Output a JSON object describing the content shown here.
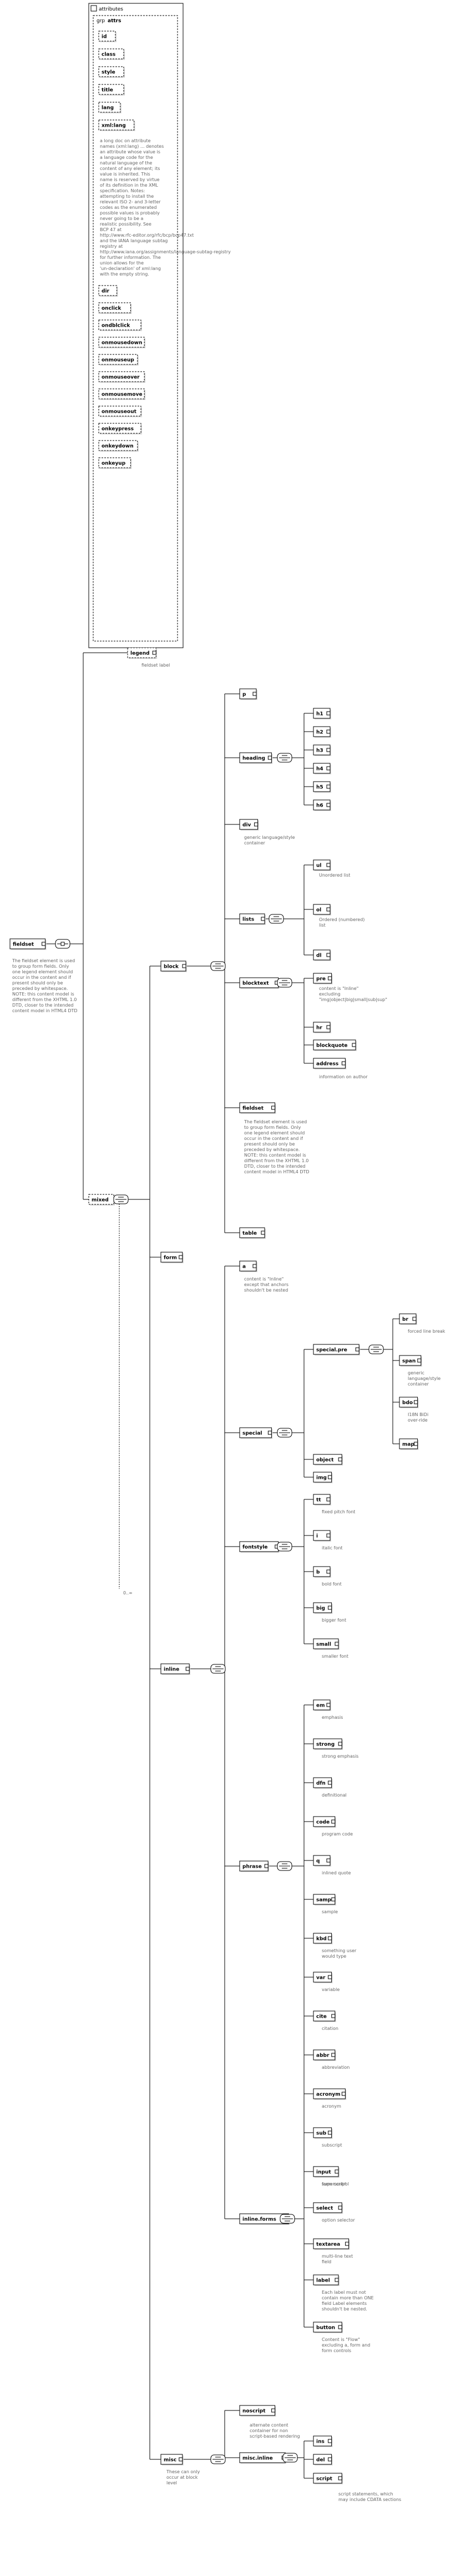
{
  "root": {
    "label": "fieldset",
    "annotation": "The fieldset element is used to group form fields. Only one legend element should occur in the content and if present should only be preceded by whitespace. NOTE: this content model is different from the XHTML 1.0 DTD, closer to the intended content model in HTML4 DTD"
  },
  "attributes": {
    "title": "attributes",
    "group": "attrs",
    "items": [
      "id",
      "class",
      "style",
      "title",
      "lang",
      "xml:lang"
    ],
    "xmllang_doc": "a long doc on attribute names (xml:lang) ... denotes an attribute whose value is a language code for the natural language of the content of any element; its value is inherited. This name is reserved by virtue of its definition in the XML specification. Notes: attempting to install the relevant ISO 2- and 3-letter codes as the enumerated possible values is probably never going to be a realistic possibility. See BCP 47 at http://www.rfc-editor.org/rfc/bcp/bcp47.txt and the IANA language subtag registry at http://www.iana.org/assignments/language-subtag-registry for further information. The union allows for the 'un-declaration' of xml:lang with the empty string.",
    "items2": [
      "dir",
      "onclick",
      "ondblclick",
      "onmousedown",
      "onmouseup",
      "onmouseover",
      "onmousemove",
      "onmouseout",
      "onkeypress",
      "onkeydown",
      "onkeyup"
    ]
  },
  "legend": {
    "label": "legend",
    "annotation": "fieldset label"
  },
  "mixed": {
    "label": "mixed",
    "occurrence": "0..∞"
  },
  "block": {
    "label": "block"
  },
  "p": {
    "label": "p"
  },
  "heading": {
    "label": "heading",
    "items": [
      "h1",
      "h2",
      "h3",
      "h4",
      "h5",
      "h6"
    ]
  },
  "div": {
    "label": "div",
    "annotation": "generic language/style container"
  },
  "lists": {
    "label": "lists",
    "items": [
      "ul",
      "ol",
      "dl"
    ],
    "notes": [
      "Unordered list",
      "Ordered (numbered) list"
    ]
  },
  "blocktext": {
    "label": "blocktext",
    "items": [
      "pre",
      "hr",
      "blockquote",
      "address"
    ],
    "notes": [
      "content is \"Inline\" excluding \"img|object|big|small|sub|sup\"",
      "information on author"
    ]
  },
  "fieldset2": {
    "label": "fieldset",
    "annotation": "The fieldset element is used to group form fields. Only one legend element should occur in the content and if present should only be preceded by whitespace. NOTE: this content model is different from the XHTML 1.0 DTD, closer to the intended content model in HTML4 DTD"
  },
  "table": {
    "label": "table"
  },
  "form": {
    "label": "form"
  },
  "a": {
    "label": "a",
    "annotation": "content is \"Inline\" except that anchors shouldn't be nested"
  },
  "special": {
    "label": "special",
    "special_pre": {
      "label": "special.pre",
      "items": [
        "br",
        "span",
        "bdo",
        "map"
      ],
      "notes": [
        "forced line break",
        "generic language/style container",
        "I18N BiDi over-ride"
      ]
    },
    "items": [
      "object",
      "img"
    ]
  },
  "fontstyle": {
    "label": "fontstyle",
    "items": [
      "tt",
      "i",
      "b",
      "big",
      "small"
    ],
    "notes": [
      "fixed pitch font",
      "italic font",
      "bold font",
      "bigger font",
      "smaller font"
    ]
  },
  "inline": {
    "label": "inline"
  },
  "phrase": {
    "label": "phrase",
    "items": [
      "em",
      "strong",
      "dfn",
      "code",
      "q",
      "samp",
      "kbd",
      "var",
      "cite",
      "abbr",
      "acronym",
      "sub",
      "sup"
    ],
    "notes": [
      "emphasis",
      "strong emphasis",
      "definitional",
      "program code",
      "inlined quote",
      "sample",
      "something user would type",
      "variable",
      "citation",
      "abbreviation",
      "acronym",
      "subscript",
      "superscript"
    ]
  },
  "inline_forms": {
    "label": "inline.forms",
    "items": [
      "input",
      "select",
      "textarea",
      "label",
      "button"
    ],
    "notes": [
      "form control",
      "option selector",
      "multi-line text field",
      "Each label must not contain more than ONE field Label elements shouldn't be nested.",
      "Content is \"Flow\" excluding a, form and form controls"
    ]
  },
  "misc": {
    "label": "misc",
    "annotation": "These can only occur at block level",
    "items": [
      "noscript"
    ],
    "note": "alternate content container for non script-based rendering"
  },
  "misc_inline": {
    "label": "misc.inline",
    "items": [
      "ins",
      "del",
      "script"
    ],
    "note": "script statements, which may include CDATA sections"
  }
}
